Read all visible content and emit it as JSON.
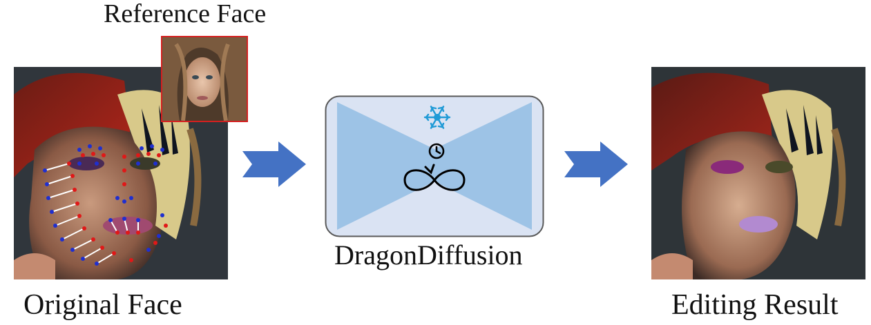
{
  "labels": {
    "reference": "Reference Face",
    "original": "Original Face",
    "model": "DragonDiffusion",
    "result": "Editing Result"
  },
  "icons": {
    "model_frozen": "snowflake-icon",
    "model_time": "clock-icon",
    "model_loop": "infinity-loop-icon",
    "flow": "right-arrow-icon"
  },
  "colors": {
    "arrow": "#4472c4",
    "model_box_fill": "#dae3f3",
    "model_hourglass": "#9dc3e6",
    "snowflake": "#1f9ad6",
    "reference_border": "#d42020",
    "landmark_source": "#1f2fd0",
    "landmark_target": "#e01818"
  }
}
